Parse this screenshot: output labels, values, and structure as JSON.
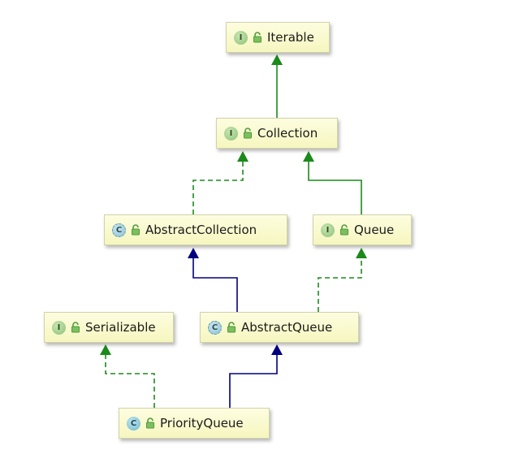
{
  "diagram": {
    "nodes": [
      {
        "id": "iterable",
        "label": "Iterable",
        "kind": "interface",
        "kind_letter": "I"
      },
      {
        "id": "collection",
        "label": "Collection",
        "kind": "interface",
        "kind_letter": "I"
      },
      {
        "id": "abstract-collection",
        "label": "AbstractCollection",
        "kind": "abstract",
        "kind_letter": "C"
      },
      {
        "id": "queue",
        "label": "Queue",
        "kind": "interface",
        "kind_letter": "I"
      },
      {
        "id": "serializable",
        "label": "Serializable",
        "kind": "interface",
        "kind_letter": "I"
      },
      {
        "id": "abstract-queue",
        "label": "AbstractQueue",
        "kind": "abstract",
        "kind_letter": "C"
      },
      {
        "id": "priority-queue",
        "label": "PriorityQueue",
        "kind": "class",
        "kind_letter": "C"
      }
    ],
    "edges": [
      {
        "from": "collection",
        "to": "iterable",
        "relation": "extends-interface"
      },
      {
        "from": "abstract-collection",
        "to": "collection",
        "relation": "implements"
      },
      {
        "from": "queue",
        "to": "collection",
        "relation": "extends-interface"
      },
      {
        "from": "abstract-queue",
        "to": "abstract-collection",
        "relation": "extends"
      },
      {
        "from": "abstract-queue",
        "to": "queue",
        "relation": "implements"
      },
      {
        "from": "priority-queue",
        "to": "abstract-queue",
        "relation": "extends"
      },
      {
        "from": "priority-queue",
        "to": "serializable",
        "relation": "implements"
      }
    ],
    "colors": {
      "interface_edge": "#1a8a1a",
      "class_edge": "#000080",
      "node_fill": "#fafad2",
      "node_border": "#d2d2a8"
    },
    "icons": {
      "visibility": "public-lock-icon"
    }
  }
}
